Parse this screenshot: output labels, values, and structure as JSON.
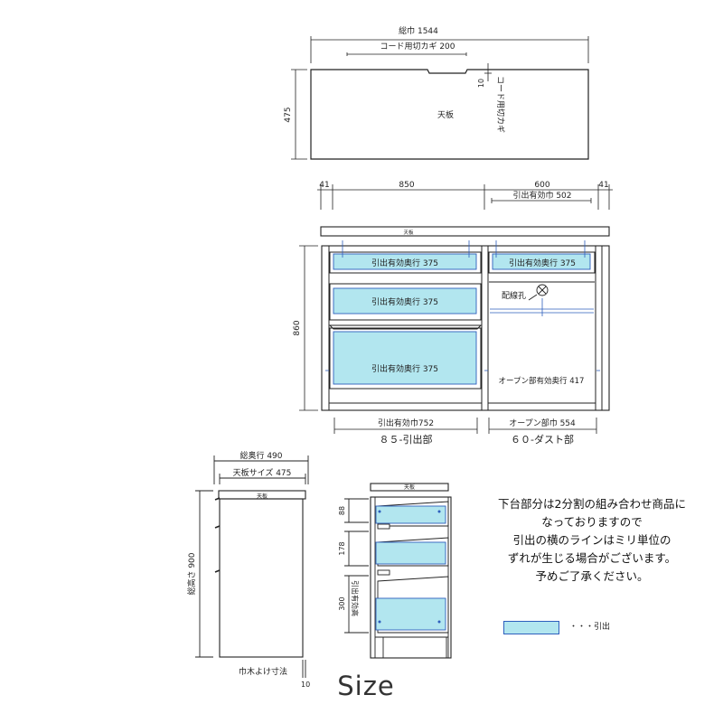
{
  "top_view": {
    "overall_width": "総巾 1544",
    "cord_notch_width": "コード用切カギ 200",
    "depth": "475",
    "notch_depth": "10",
    "cord_notch_label": "コード用切カギ",
    "top_board": "天板"
  },
  "front_view": {
    "dim_left_side": "41",
    "dim_left_section": "850",
    "dim_right_section": "600",
    "dim_right_side": "41",
    "right_drawer_width": "引出有効巾 502",
    "top_board": "天板",
    "height": "860",
    "drawer_depth_1": "引出有効奥行 375",
    "drawer_depth_2": "引出有効奥行 375",
    "drawer_depth_3": "引出有効奥行 375",
    "drawer_depth_4": "引出有効奥行 375",
    "wiring_hole": "配線孔",
    "open_depth": "オープン部有効奥行 417",
    "left_drawer_width": "引出有効巾752",
    "left_section_name": "８５-引出部",
    "open_width": "オープン部巾 554",
    "right_section_name": "６０-ダスト部"
  },
  "side_view": {
    "total_depth": "総奥行 490",
    "top_size": "天板サイズ 475",
    "top_board": "天板",
    "total_height": "総高さ 900",
    "baseboard_note": "巾木よけ寸法",
    "baseboard_dim": "10"
  },
  "drawer_section": {
    "top_board": "天板",
    "dim_1": "88",
    "dim_2": "178",
    "dim_3": "300",
    "effective_height_label": "引出有効高"
  },
  "notes": {
    "line_1": "下台部分は2分割の組み合わせ商品に",
    "line_2": "なっておりますので",
    "line_3": "引出の横のラインはミリ単位の",
    "line_4": "ずれが生じる場合がございます。",
    "line_5": "予めご了承ください。"
  },
  "legend": {
    "label": "・・・引出",
    "drawer_fill": "#b2e6ef",
    "drawer_stroke": "#2e5fbd"
  },
  "caption": "Size"
}
